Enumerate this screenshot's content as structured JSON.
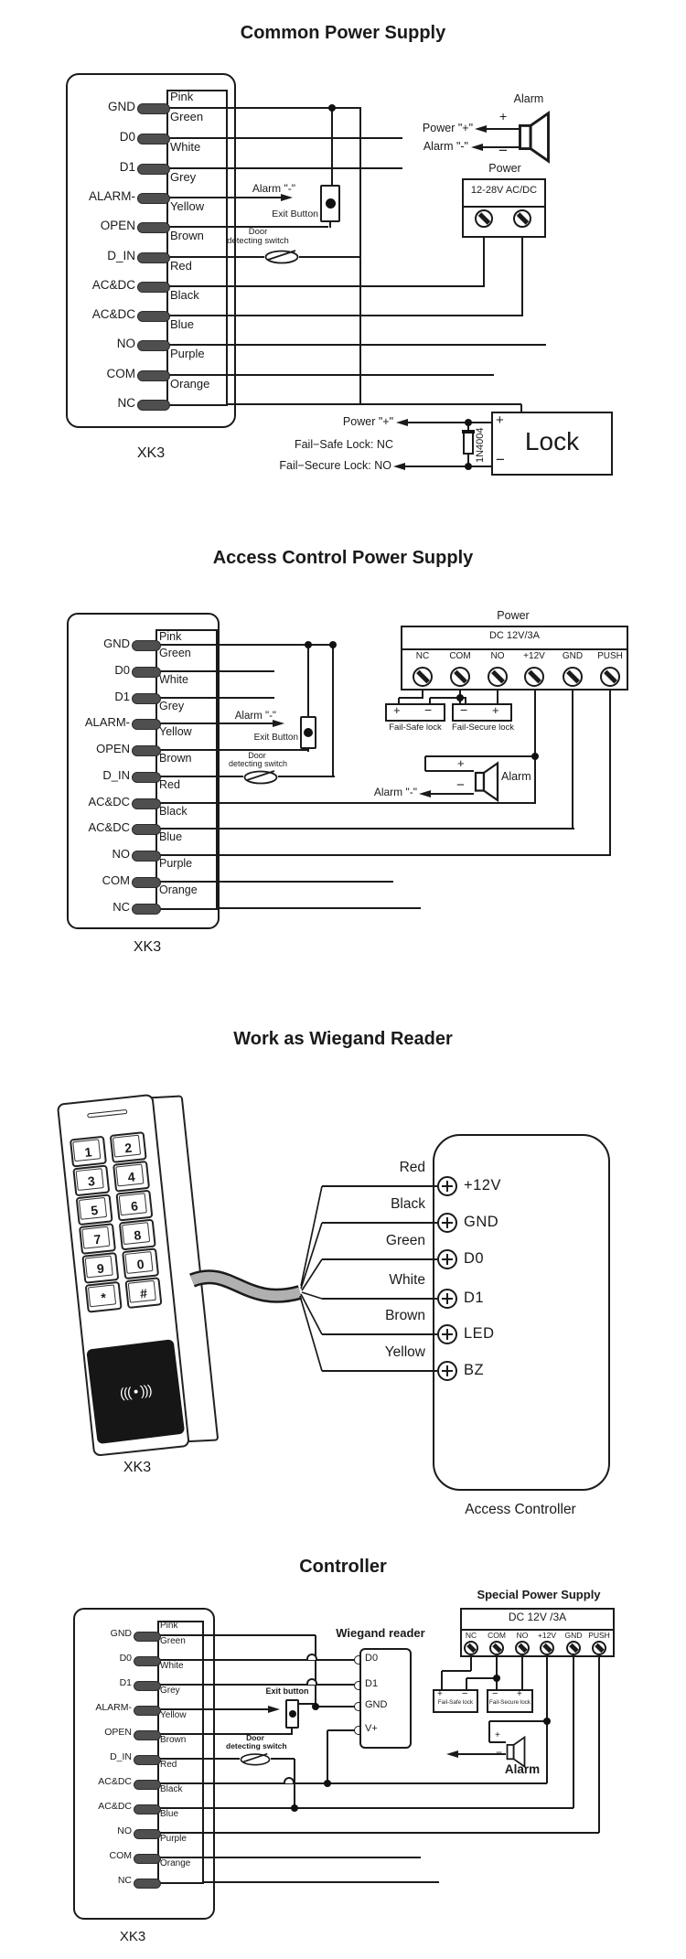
{
  "s1": {
    "title": "Common Power Supply",
    "xk3": "XK3",
    "pins": [
      "GND",
      "D0",
      "D1",
      "ALARM-",
      "OPEN",
      "D_IN",
      "AC&DC",
      "AC&DC",
      "NO",
      "COM",
      "NC"
    ],
    "wire_colors": [
      "Pink",
      "Green",
      "White",
      "Grey",
      "Yellow",
      "Brown",
      "Red",
      "Black",
      "Blue",
      "Purple",
      "Orange"
    ],
    "alarm_minus_wire": "Alarm \"-\"",
    "exit_button": "Exit Button",
    "door_l1": "Door",
    "door_l2": "detecting switch",
    "alarm": "Alarm",
    "plus": "+",
    "minus": "−",
    "power_plus": "Power \"+\"",
    "alarm_minus": "Alarm \"-\"",
    "power": "Power",
    "rating": "12-28V AC/DC",
    "lock_power_plus": "Power \"+\"",
    "fail_safe": "Fail−Safe Lock: NC",
    "fail_secure": "Fail−Secure Lock: NO",
    "diode": "1N4004",
    "lock": "Lock",
    "lock_plus": "+",
    "lock_minus": "−"
  },
  "s2": {
    "title": "Access Control Power Supply",
    "xk3": "XK3",
    "pins": [
      "GND",
      "D0",
      "D1",
      "ALARM-",
      "OPEN",
      "D_IN",
      "AC&DC",
      "AC&DC",
      "NO",
      "COM",
      "NC"
    ],
    "wire_colors": [
      "Pink",
      "Green",
      "White",
      "Grey",
      "Yellow",
      "Brown",
      "Red",
      "Black",
      "Blue",
      "Purple",
      "Orange"
    ],
    "power": "Power",
    "rating": "DC 12V/3A",
    "terminals": [
      "NC",
      "COM",
      "NO",
      "+12V",
      "GND",
      "PUSH"
    ],
    "fail_safe": "Fail-Safe lock",
    "fail_secure": "Fail-Secure lock",
    "fs_plus": "+",
    "fs_minus": "−",
    "fsec_minus": "−",
    "fsec_plus": "+",
    "alarm": "Alarm",
    "alarm_plus": "+",
    "alarm_minus_sign": "−",
    "alarm_minus": "Alarm \"-\"",
    "alarm_minus_wire": "Alarm \"-\"",
    "exit_button": "Exit Button",
    "door_l1": "Door",
    "door_l2": "detecting switch"
  },
  "s3": {
    "title": "Work as Wiegand Reader",
    "xk3": "XK3",
    "keys": [
      "1",
      "2",
      "3",
      "4",
      "5",
      "6",
      "7",
      "8",
      "9",
      "0",
      "*",
      "#"
    ],
    "rfid_symbol": "((( • )))",
    "wires": [
      "Red",
      "Black",
      "Green",
      "White",
      "Brown",
      "Yellow"
    ],
    "terminals": [
      "+12V",
      "GND",
      "D0",
      "D1",
      "LED",
      "BZ"
    ],
    "controller": "Access Controller"
  },
  "s4": {
    "title": "Controller",
    "xk3": "XK3",
    "pins": [
      "GND",
      "D0",
      "D1",
      "ALARM-",
      "OPEN",
      "D_IN",
      "AC&DC",
      "AC&DC",
      "NO",
      "COM",
      "NC"
    ],
    "wire_colors": [
      "Pink",
      "Green",
      "White",
      "Grey",
      "Yellow",
      "Brown",
      "Red",
      "Black",
      "Blue",
      "Purple",
      "Orange"
    ],
    "wiegand_reader": "Wiegand reader",
    "reader_pins": [
      "D0",
      "D1",
      "GND",
      "V+"
    ],
    "special_power": "Special Power Supply",
    "rating": "DC 12V /3A",
    "terminals": [
      "NC",
      "COM",
      "NO",
      "+12V",
      "GND",
      "PUSH"
    ],
    "fail_safe": "Fail-Safe lock",
    "fail_secure": "Fail-Secure lock",
    "fs_plus": "+",
    "fs_minus": "−",
    "fsec_minus": "−",
    "fsec_plus": "+",
    "exit_button": "Exit button",
    "door_l1": "Door",
    "door_l2": "detecting switch",
    "alarm": "Alarm",
    "alarm_plus": "+",
    "alarm_minus_sign": "−"
  }
}
